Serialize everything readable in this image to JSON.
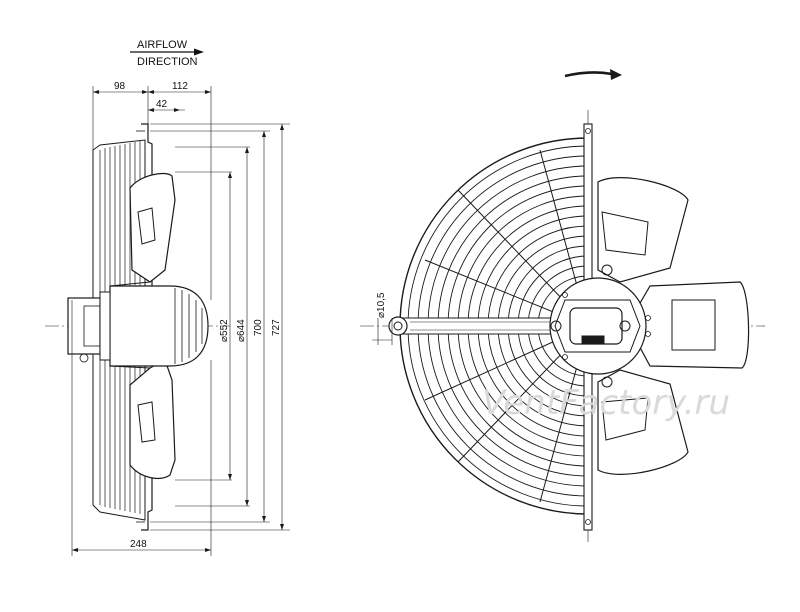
{
  "airflow": {
    "line1": "AIRFLOW",
    "line2": "DIRECTION"
  },
  "dimensions": {
    "d98": "98",
    "d112": "112",
    "d42": "42",
    "d248": "248",
    "d552": "⌀552",
    "d644": "⌀644",
    "d700": "700",
    "d727": "727",
    "hole": "⌀10,5"
  },
  "watermark": "VentFactory.ru",
  "icons": {
    "airflow": "arrow-right-icon",
    "rotation": "rotation-arrow-icon"
  },
  "colors": {
    "line": "#1a1a1a",
    "watermark": "#d9d9d9"
  }
}
